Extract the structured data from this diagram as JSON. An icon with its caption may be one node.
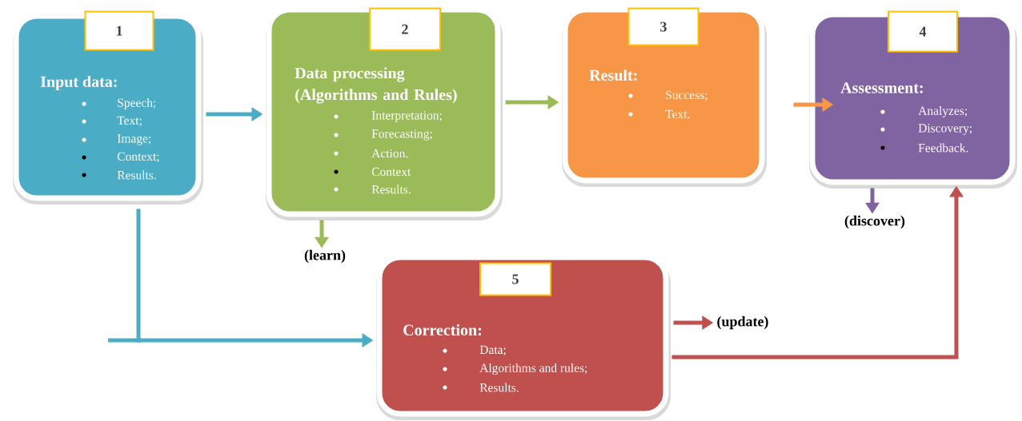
{
  "diagram": {
    "nodes": [
      {
        "text": [
          "Input data:",
          "Speech;",
          "Text;",
          "Image;",
          "Context;",
          "Results."
        ]
      },
      {
        "text": [
          "1"
        ],
        "in": 0
      },
      {
        "text": [
          "Data processing (Algorithms and Rules)",
          "Interpretation;",
          "Forecasting;",
          "Action.",
          "Context",
          "Results."
        ]
      },
      {
        "text": [
          "2"
        ],
        "in": 2
      },
      {
        "text": [
          "Result:",
          "Success;",
          "Text."
        ]
      },
      {
        "text": [
          "3"
        ],
        "in": 4
      },
      {
        "text": [
          "Assessment:",
          "Analyzes;",
          "Discovery;",
          "Feedback."
        ]
      },
      {
        "text": [
          "4"
        ],
        "in": 6
      },
      {
        "text": [
          "Correction:",
          "Data;",
          "Algorithms and rules;",
          "Results."
        ]
      },
      {
        "text": [
          "5"
        ],
        "in": 8
      },
      {
        "text": [
          "(learn)"
        ]
      },
      {
        "text": [
          "(discover)"
        ]
      },
      {
        "text": [
          "(update)"
        ]
      }
    ],
    "edges": [
      {
        "from": 0,
        "to": 2,
        "arrow": "to",
        "color": "#4bacc6"
      },
      {
        "from": 2,
        "to": 4,
        "arrow": "to",
        "color": "#9bbb59"
      },
      {
        "from": 4,
        "to": 6,
        "arrow": "to",
        "color": "#f79646"
      },
      {
        "from": 2,
        "to": 10,
        "arrow": "to",
        "color": "#9bbb59"
      },
      {
        "from": 6,
        "to": 11,
        "arrow": "to",
        "color": "#8064a2"
      },
      {
        "from": 0,
        "to": 8,
        "arrow": "to",
        "color": "#4bacc6"
      },
      {
        "from": 8,
        "to": 12,
        "arrow": "to",
        "color": "#c0504d"
      },
      {
        "from": 8,
        "to": 6,
        "arrow": "to",
        "color": "#c0504d"
      }
    ]
  }
}
